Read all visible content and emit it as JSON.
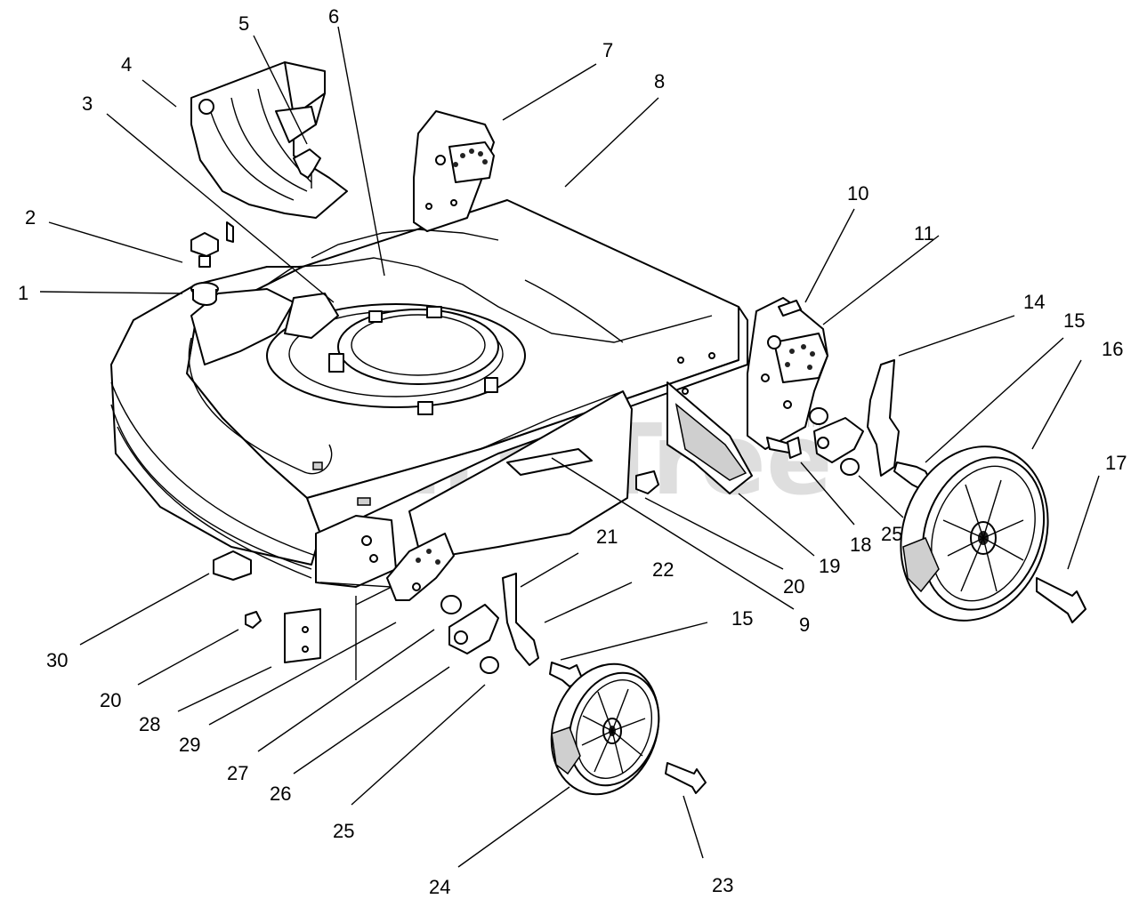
{
  "watermark": {
    "text": "PartsTree",
    "tm": "TM"
  },
  "callouts": [
    {
      "id": "c1",
      "text": "1"
    },
    {
      "id": "c2",
      "text": "2"
    },
    {
      "id": "c3",
      "text": "3"
    },
    {
      "id": "c4",
      "text": "4"
    },
    {
      "id": "c5",
      "text": "5"
    },
    {
      "id": "c6",
      "text": "6"
    },
    {
      "id": "c7",
      "text": "7"
    },
    {
      "id": "c8",
      "text": "8"
    },
    {
      "id": "c9",
      "text": "9"
    },
    {
      "id": "c10",
      "text": "10"
    },
    {
      "id": "c11",
      "text": "11"
    },
    {
      "id": "c14",
      "text": "14"
    },
    {
      "id": "c15a",
      "text": "15"
    },
    {
      "id": "c16",
      "text": "16"
    },
    {
      "id": "c17",
      "text": "17"
    },
    {
      "id": "c18",
      "text": "18"
    },
    {
      "id": "c19",
      "text": "19"
    },
    {
      "id": "c20a",
      "text": "20"
    },
    {
      "id": "c21",
      "text": "21"
    },
    {
      "id": "c22",
      "text": "22"
    },
    {
      "id": "c15b",
      "text": "15"
    },
    {
      "id": "c25a",
      "text": "25"
    },
    {
      "id": "c30",
      "text": "30"
    },
    {
      "id": "c20b",
      "text": "20"
    },
    {
      "id": "c28",
      "text": "28"
    },
    {
      "id": "c29",
      "text": "29"
    },
    {
      "id": "c27",
      "text": "27"
    },
    {
      "id": "c26",
      "text": "26"
    },
    {
      "id": "c25b",
      "text": "25"
    },
    {
      "id": "c24",
      "text": "24"
    },
    {
      "id": "c23",
      "text": "23"
    }
  ]
}
